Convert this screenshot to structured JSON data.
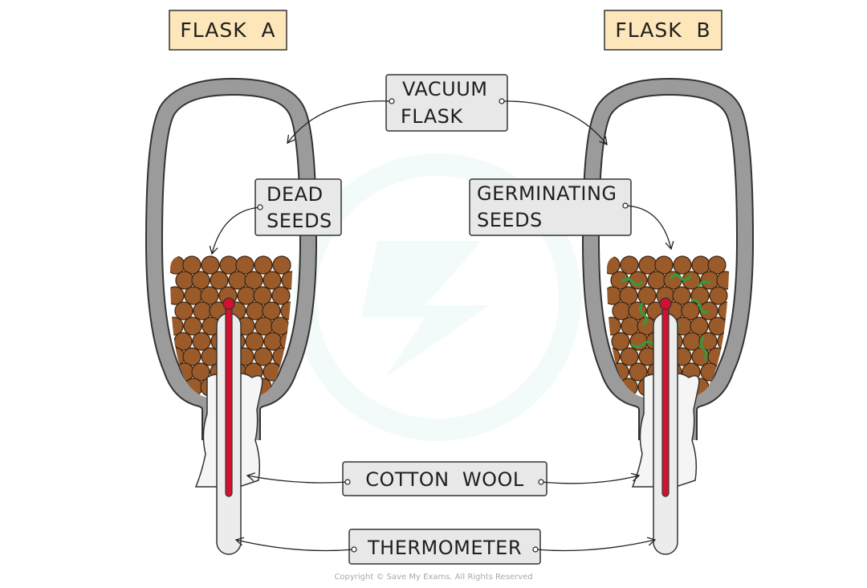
{
  "titles": {
    "flask_a": "FLASK  A",
    "flask_b": "FLASK  B"
  },
  "labels": {
    "vacuum_flask": [
      "VACUUM",
      "FLASK"
    ],
    "dead_seeds": [
      "DEAD",
      "SEEDS"
    ],
    "germinating_seeds": [
      "GERMINATING",
      "SEEDS"
    ],
    "cotton_wool": "COTTON  WOOL",
    "thermometer": "THERMOMETER"
  },
  "copyright": "Copyright © Save My Exams. All Rights Reserved",
  "colors": {
    "title_box": "#fde6b9",
    "label_box": "#e8e8e8",
    "flask_wall": "#9b9b9b",
    "seed": "#9a5a2a",
    "sprout": "#2e9e3a",
    "mercury": "#d5102f"
  }
}
